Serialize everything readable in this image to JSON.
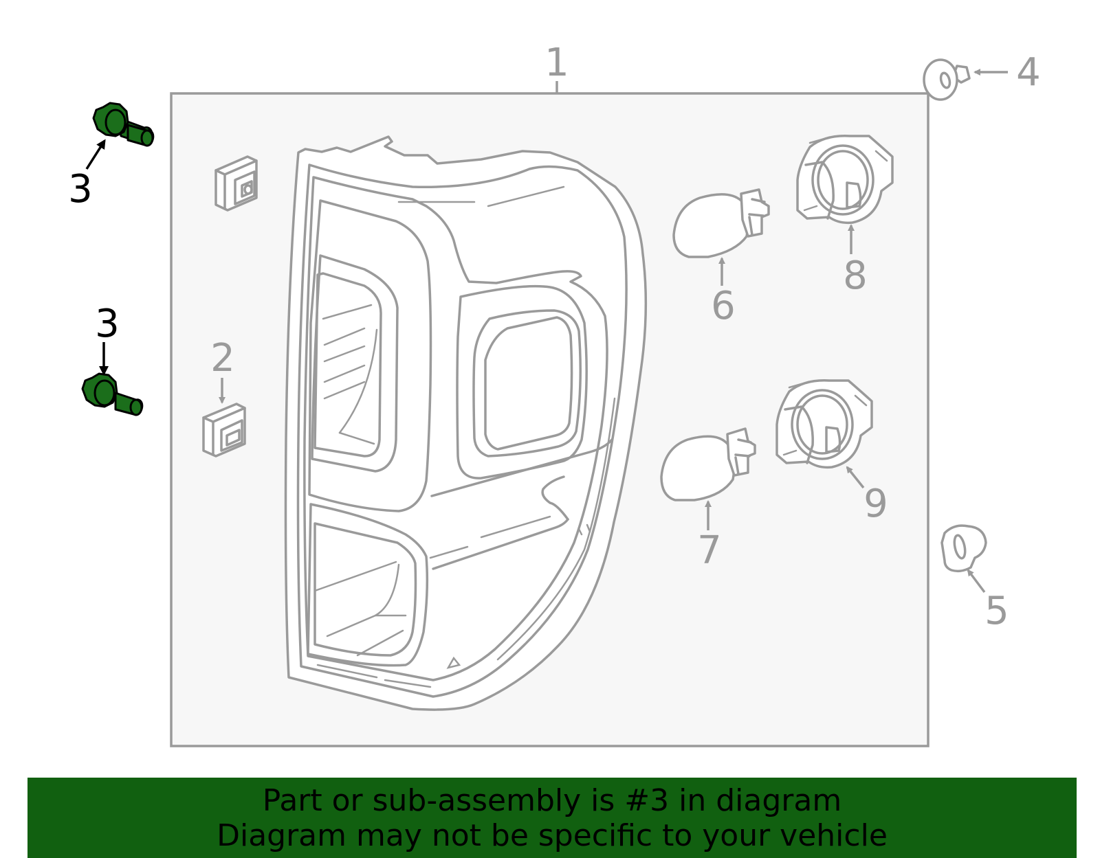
{
  "callouts": {
    "c1": "1",
    "c2": "2",
    "c3a": "3",
    "c3b": "3",
    "c4": "4",
    "c5": "5",
    "c6": "6",
    "c7": "7",
    "c8": "8",
    "c9": "9"
  },
  "banner": {
    "line1": "Part or sub-assembly is #3 in diagram",
    "line2": "Diagram may not be specific to your vehicle"
  },
  "colors": {
    "highlight_part": "#1b6e1b",
    "banner_background": "#116010",
    "line_art": "#9a9a9a",
    "panel_background": "#f7f7f7"
  }
}
